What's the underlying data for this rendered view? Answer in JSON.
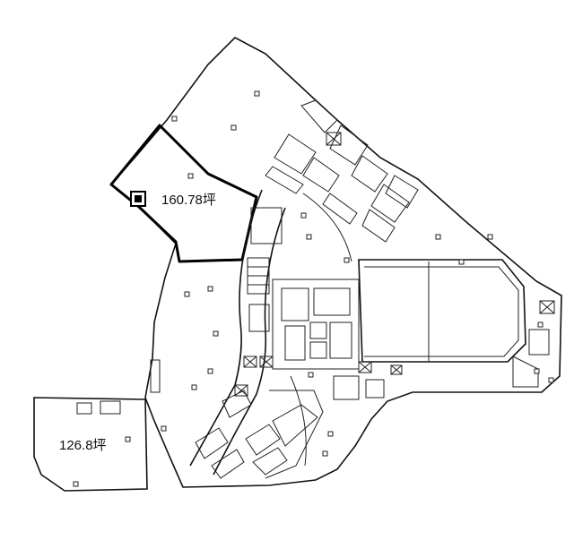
{
  "plan": {
    "areas": [
      {
        "id": "unit-a",
        "label": "160.78坪"
      },
      {
        "id": "unit-b",
        "label": "126.8坪"
      }
    ]
  }
}
